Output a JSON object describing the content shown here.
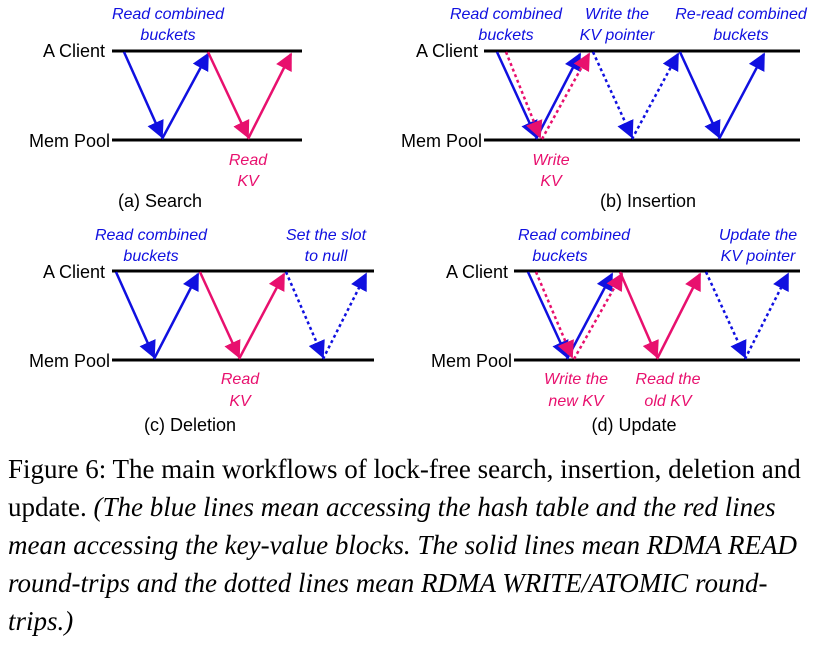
{
  "colors": {
    "hash_table": "#1010e0",
    "kv_block": "#e8106e",
    "line": "#000000"
  },
  "panels": [
    {
      "id": "search",
      "top_label": "A Client",
      "bottom_label": "Mem Pool",
      "caption": "(a) Search",
      "annotations": [
        {
          "lines": [
            "Read combined",
            "buckets"
          ],
          "color": "hash_table"
        },
        {
          "lines": [
            "Read",
            "KV"
          ],
          "color": "kv_block"
        }
      ]
    },
    {
      "id": "insertion",
      "top_label": "A Client",
      "bottom_label": "Mem Pool",
      "caption": "(b) Insertion",
      "annotations": [
        {
          "lines": [
            "Read combined",
            "buckets"
          ],
          "color": "hash_table"
        },
        {
          "lines": [
            "Write the",
            "KV pointer"
          ],
          "color": "hash_table"
        },
        {
          "lines": [
            "Re-read combined",
            "buckets"
          ],
          "color": "hash_table"
        },
        {
          "lines": [
            "Write",
            "KV"
          ],
          "color": "kv_block"
        }
      ]
    },
    {
      "id": "deletion",
      "top_label": "A Client",
      "bottom_label": "Mem Pool",
      "caption": "(c) Deletion",
      "annotations": [
        {
          "lines": [
            "Read combined",
            "buckets"
          ],
          "color": "hash_table"
        },
        {
          "lines": [
            "Set the slot",
            "to null"
          ],
          "color": "hash_table"
        },
        {
          "lines": [
            "Read",
            "KV"
          ],
          "color": "kv_block"
        }
      ]
    },
    {
      "id": "update",
      "top_label": "A Client",
      "bottom_label": "Mem Pool",
      "caption": "(d) Update",
      "annotations": [
        {
          "lines": [
            "Read combined",
            "buckets"
          ],
          "color": "hash_table"
        },
        {
          "lines": [
            "Update the",
            "KV pointer"
          ],
          "color": "hash_table"
        },
        {
          "lines": [
            "Write the",
            "new KV"
          ],
          "color": "kv_block"
        },
        {
          "lines": [
            "Read the",
            "old KV"
          ],
          "color": "kv_block"
        }
      ]
    }
  ],
  "figure_caption": {
    "prefix": "Figure 6:  The main workflows of lock-free search, insertion, deletion and update. ",
    "italic": "(The blue lines mean accessing the hash table and the red lines mean accessing the key-value blocks. The solid lines mean RDMA READ round-trips and the dotted lines mean RDMA WRITE/ATOMIC round-trips.)"
  }
}
